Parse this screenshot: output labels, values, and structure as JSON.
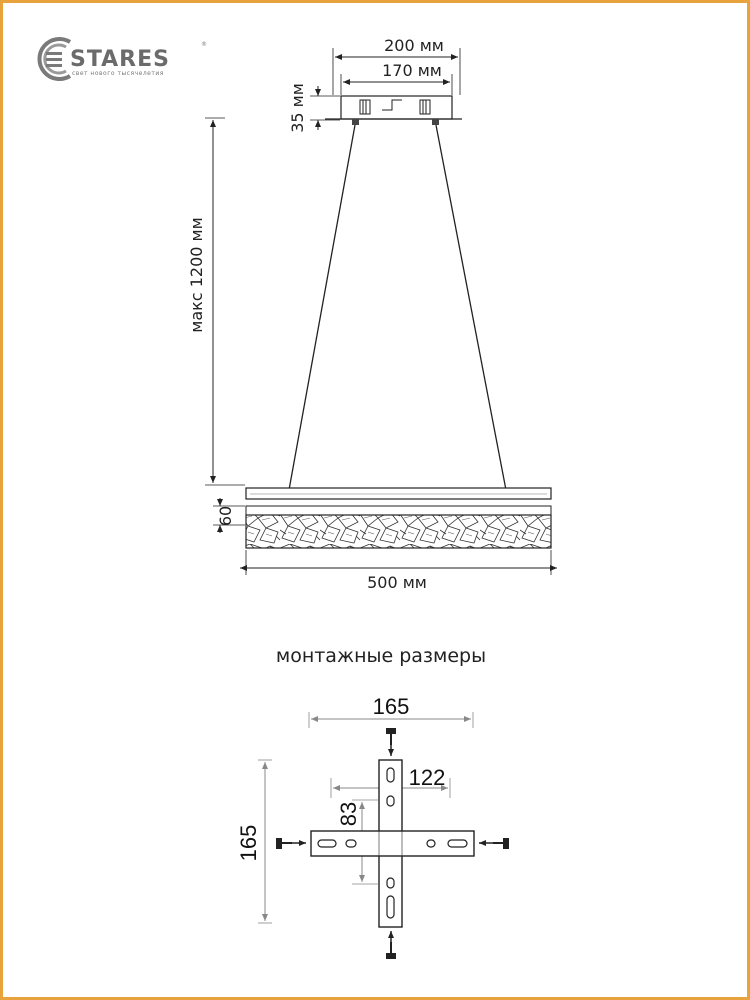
{
  "brand": {
    "name": "STARES",
    "tagline": "свет нового тысячелетия",
    "reg_mark": "®"
  },
  "dimensions": {
    "canopy_outer": "200 мм",
    "canopy_inner": "170 мм",
    "canopy_height": "35 мм",
    "suspension_max": "макс 1200 мм",
    "body_height": "60",
    "body_width": "500 мм"
  },
  "mounting": {
    "title": "монтажные размеры",
    "width": "165",
    "height": "165",
    "hole_spacing": "122",
    "offset": "83"
  },
  "colors": {
    "border": "#e8a33d",
    "line": "#222222",
    "dim_line": "#888888"
  }
}
